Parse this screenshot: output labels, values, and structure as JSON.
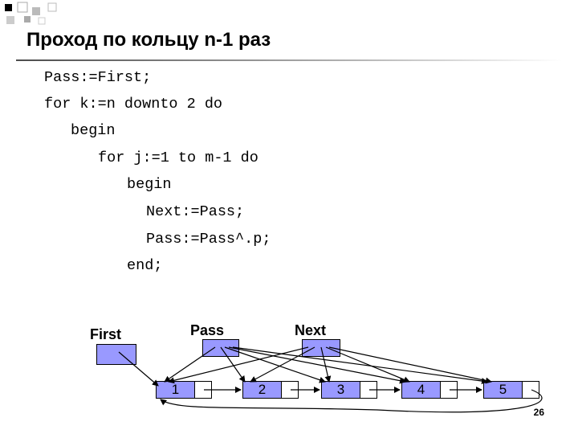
{
  "slide": {
    "title": "Проход по кольцу n-1 раз",
    "code": [
      "Pass:=First;",
      "for k:=n downto 2 do",
      "begin",
      "for j:=1 to m-1 do",
      "begin",
      "Next:=Pass;",
      "Pass:=Pass^.p;",
      "end;"
    ],
    "labels": {
      "first": "First",
      "pass": "Pass",
      "next": "Next"
    },
    "nodes": [
      "1",
      "2",
      "3",
      "4",
      "5"
    ],
    "page_number": "26"
  },
  "colors": {
    "box_fill": "#9999ff",
    "title_rule": "#4d4d4d"
  }
}
